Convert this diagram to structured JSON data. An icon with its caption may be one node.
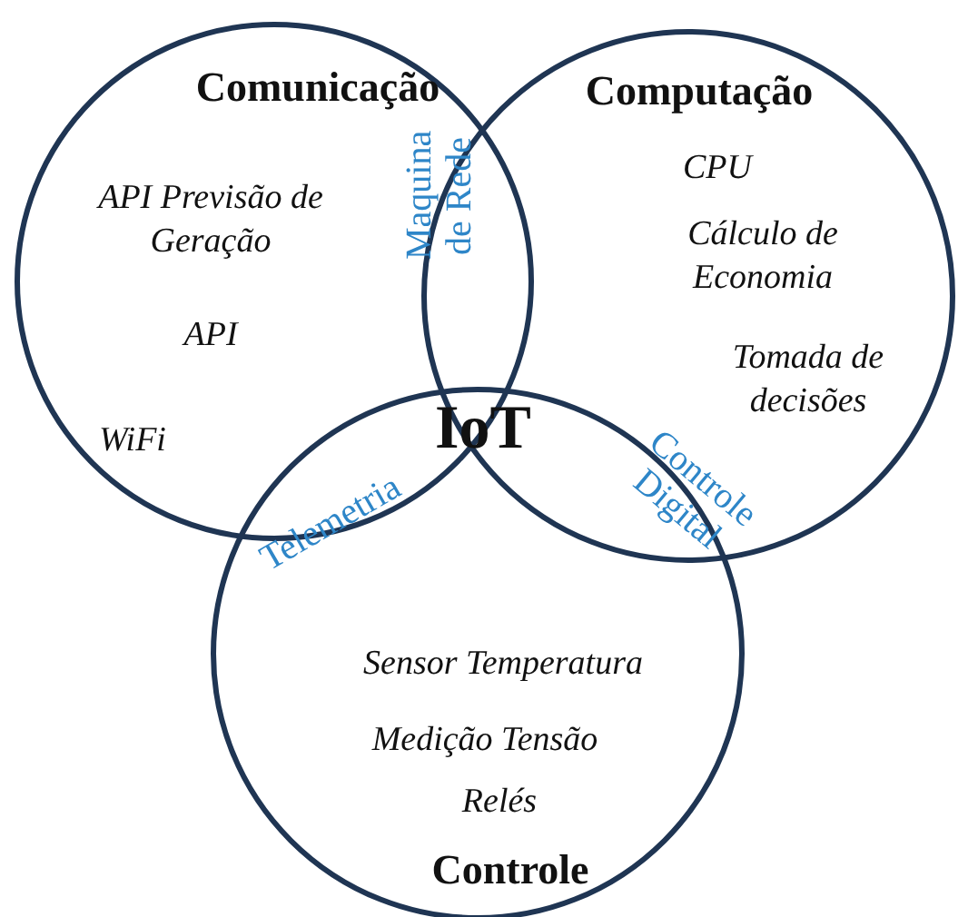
{
  "diagram": {
    "nodes": [
      {
        "text": [
          "Comunicação",
          "API Previsão de Geração",
          "API",
          "WiFi"
        ]
      },
      {
        "text": [
          "Computação",
          "CPU",
          "Cálculo de Economia",
          "Tomada de decisões"
        ]
      },
      {
        "text": [
          "Sensor Temperatura",
          "Medição Tensão",
          "Relés",
          "Controle"
        ]
      }
    ],
    "labels": [
      "Maquina de Rede",
      "IoT",
      "Telemetria",
      "Controle Digital"
    ]
  }
}
